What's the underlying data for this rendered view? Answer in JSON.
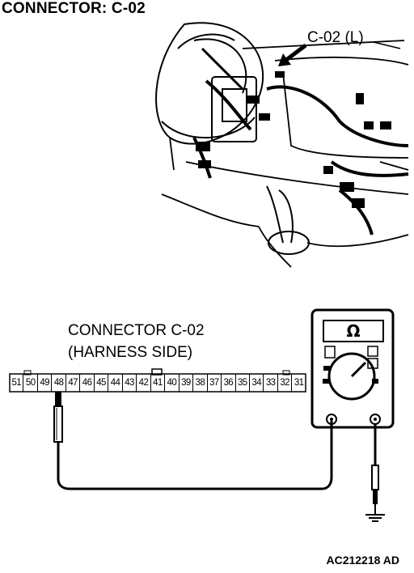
{
  "title": "CONNECTOR: C-02",
  "callout_label": "C-02 (L)",
  "connector_label_line1": "CONNECTOR C-02",
  "connector_label_line2": "(HARNESS SIDE)",
  "pins": [
    "51",
    "50",
    "49",
    "48",
    "47",
    "46",
    "45",
    "44",
    "43",
    "42",
    "41",
    "40",
    "39",
    "38",
    "37",
    "36",
    "35",
    "34",
    "33",
    "32",
    "31"
  ],
  "ohmmeter_symbol": "Ω",
  "figure_code": "AC212218 AD"
}
